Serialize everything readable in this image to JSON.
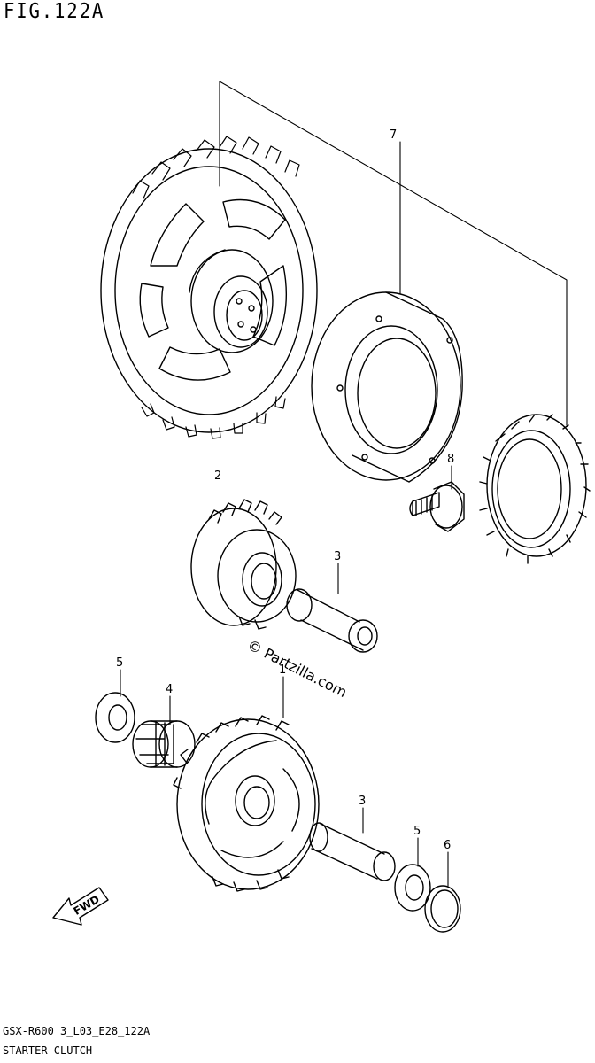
{
  "figure": {
    "title": "FIG.122A",
    "model_code": "GSX-R600 3_L03_E28_122A",
    "section_name": "STARTER CLUTCH",
    "watermark": "© Partzilla.com",
    "fwd_label": "FWD"
  },
  "callouts": [
    {
      "id": "callout-7",
      "label": "7"
    },
    {
      "id": "callout-8",
      "label": "8"
    },
    {
      "id": "callout-2",
      "label": "2"
    },
    {
      "id": "callout-3-upper",
      "label": "3"
    },
    {
      "id": "callout-1",
      "label": "1"
    },
    {
      "id": "callout-5-left",
      "label": "5"
    },
    {
      "id": "callout-4",
      "label": "4"
    },
    {
      "id": "callout-3-lower",
      "label": "3"
    },
    {
      "id": "callout-5-right",
      "label": "5"
    },
    {
      "id": "callout-6",
      "label": "6"
    }
  ]
}
